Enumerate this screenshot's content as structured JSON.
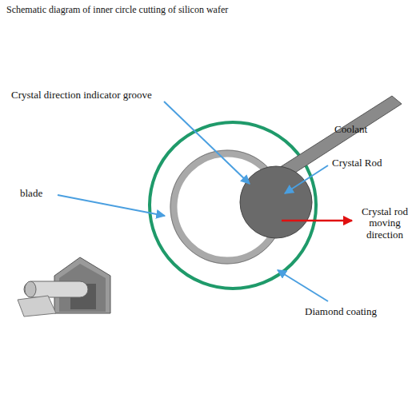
{
  "diagram": {
    "title": "Schematic diagram of inner circle cutting of silicon wafer",
    "labels": [
      "Crystal direction indicator groove",
      "Coolant",
      "Crystal Rod",
      "blade",
      "Crystal rod moving direction",
      "Diamond coating"
    ]
  }
}
